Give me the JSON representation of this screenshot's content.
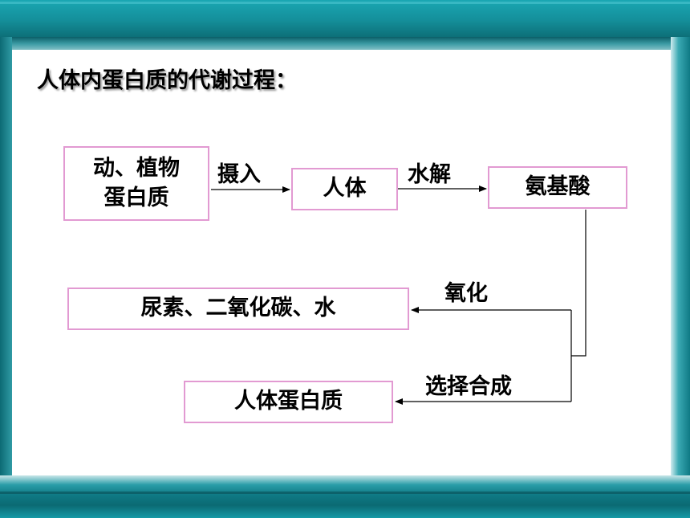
{
  "title": "人体内蛋白质的代谢过程：",
  "nodes": {
    "source": {
      "line1": "动、植物",
      "line2": "蛋白质"
    },
    "body": "人体",
    "amino": "氨基酸",
    "waste": "尿素、二氧化碳、水",
    "protein": "人体蛋白质"
  },
  "edges": {
    "intake": "摄入",
    "hydrolysis": "水解",
    "oxidation": "氧化",
    "synthesis": "选择合成"
  },
  "colors": {
    "box_border": "#e29ad2",
    "accent": "#148f9a"
  }
}
